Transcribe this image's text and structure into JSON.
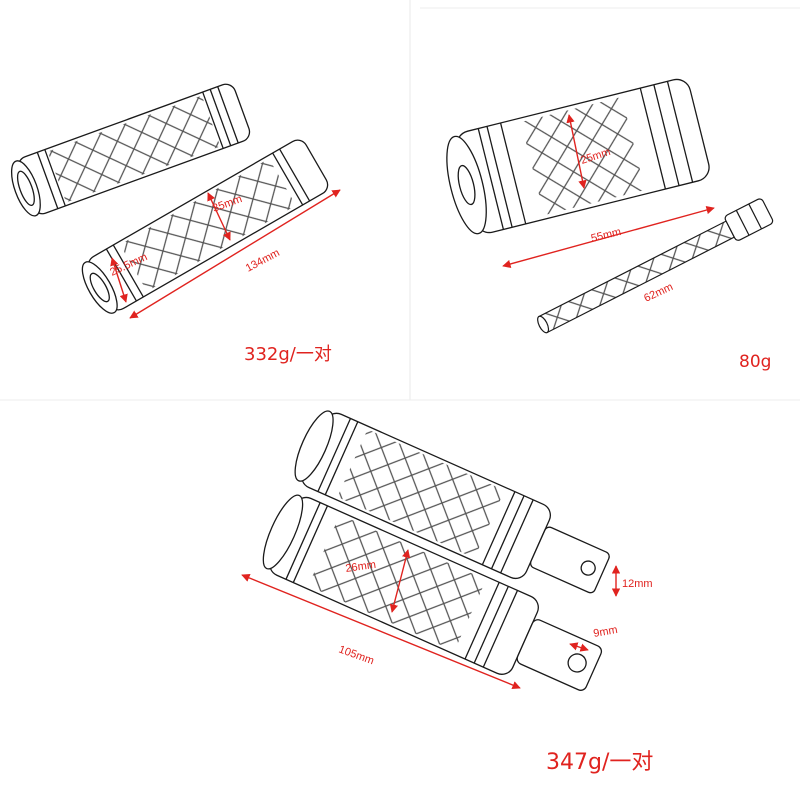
{
  "colors": {
    "dimension": "#e0231f",
    "line": "#1a1a1a",
    "background": "#ffffff"
  },
  "panels": {
    "grips": {
      "grip_length": "134mm",
      "grip_diameter": "35mm",
      "grip_end_diameter": "25.5mm",
      "weight": "332g/一对"
    },
    "peg_and_bolt": {
      "peg_length": "55mm",
      "peg_diameter": "25mm",
      "bolt_length": "62mm",
      "weight": "80g"
    },
    "footpegs": {
      "peg_length": "105mm",
      "peg_diameter": "26mm",
      "mount_width": "12mm",
      "hole_size": "9mm",
      "weight": "347g/一对"
    }
  }
}
